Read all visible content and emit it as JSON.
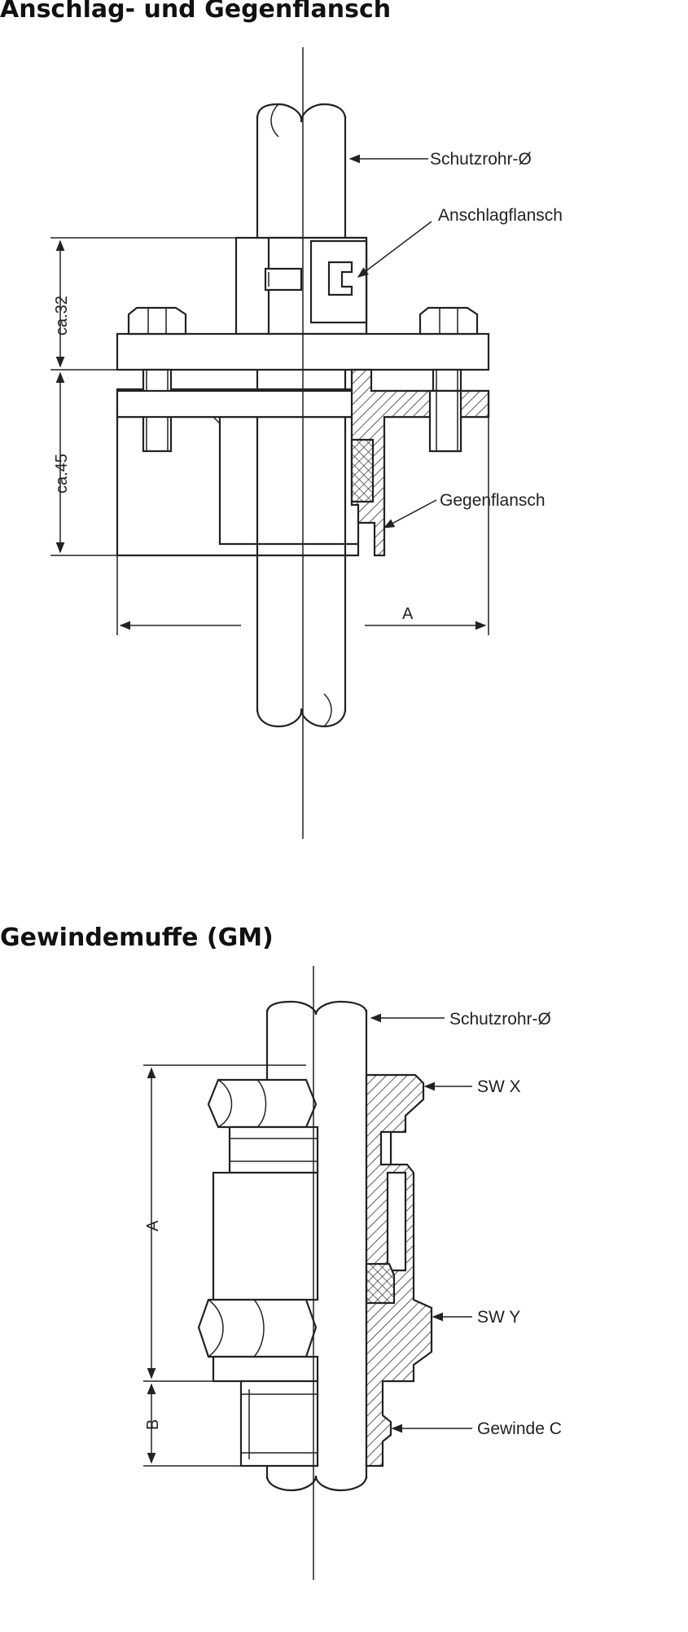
{
  "sections": [
    {
      "title": "Anschlag- und Gegenflansch",
      "labels": {
        "tube": "Schutzrohr-Ø",
        "stop_flange": "Anschlagflansch",
        "counter_flange": "Gegenflansch"
      },
      "dimensions": {
        "upper": "ca.32",
        "lower": "ca.45",
        "width": "A"
      }
    },
    {
      "title": "Gewindemuffe (GM)",
      "labels": {
        "tube": "Schutzrohr-Ø",
        "sw_x": "SW X",
        "sw_y": "SW Y",
        "thread": "Gewinde C"
      },
      "dimensions": {
        "height_a": "A",
        "height_b": "B"
      }
    }
  ]
}
